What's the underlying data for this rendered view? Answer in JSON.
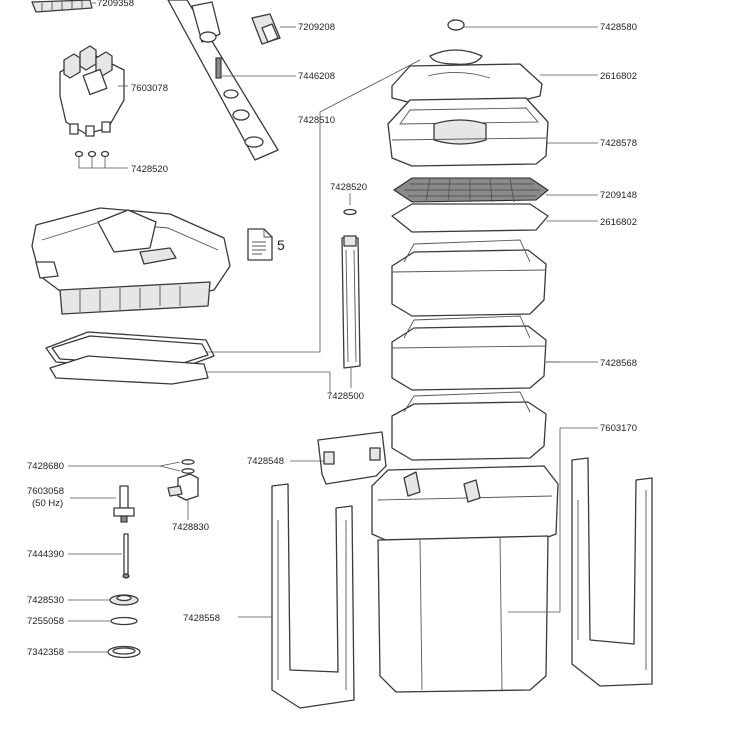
{
  "parts": {
    "p7209358": "7209358",
    "p7209208": "7209208",
    "p7603078": "7603078",
    "p7446208": "7446208",
    "p7428510": "7428510",
    "p7428520_top": "7428520",
    "p7428580": "7428580",
    "p2616802_top": "2616802",
    "p7428578": "7428578",
    "p7428520_mid": "7428520",
    "p7209148": "7209148",
    "p2616802_mid": "2616802",
    "p7428568": "7428568",
    "p7428500": "7428500",
    "p7603170": "7603170",
    "p7428680": "7428680",
    "p7603058": "7603058",
    "p7603058_sub": "(50 Hz)",
    "p7428548": "7428548",
    "p7428830": "7428830",
    "p7444390": "7444390",
    "p7428530": "7428530",
    "p7428558": "7428558",
    "p7255058": "7255058",
    "p7342358": "7342358"
  },
  "doc_ref": "5",
  "icons": {
    "document": "document-icon"
  }
}
